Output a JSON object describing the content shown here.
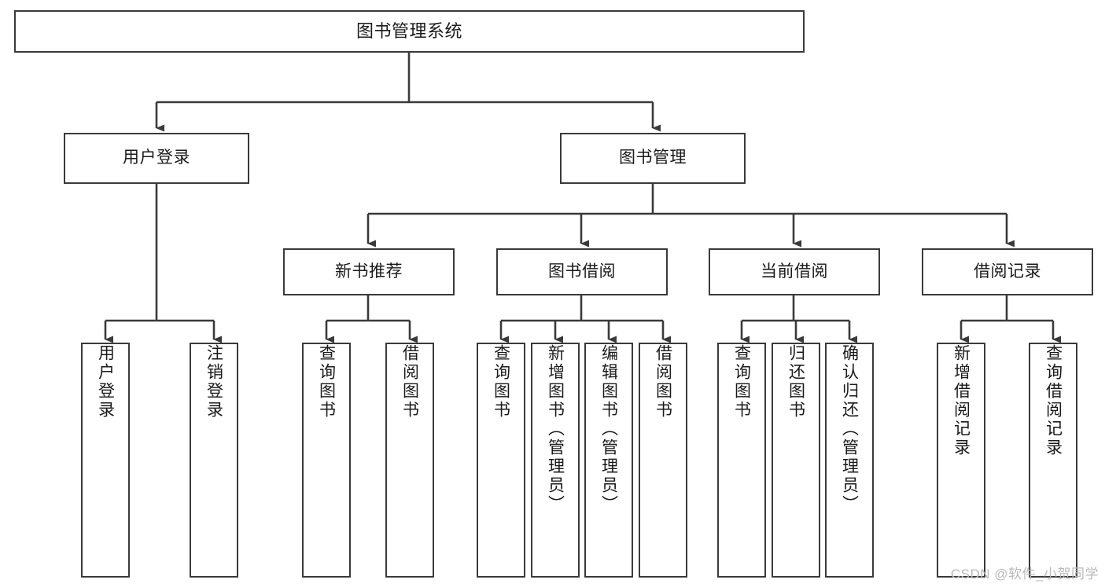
{
  "diagram": {
    "type": "tree-hierarchy",
    "title": "图书管理系统",
    "watermark": "CSDN @软件_小贺同学",
    "colors": {
      "background": "#ffffff",
      "box_border": "#3a3a3a",
      "connector": "#3a3a3a",
      "text": "#1a1a1a",
      "watermark": "#b9b9b9"
    },
    "levels": {
      "root": {
        "label": "图书管理系统"
      },
      "level2": [
        {
          "id": "user-login",
          "label": "用户登录"
        },
        {
          "id": "book-management",
          "label": "图书管理"
        }
      ],
      "level3": [
        {
          "id": "new-book-recommend",
          "label": "新书推荐"
        },
        {
          "id": "book-borrow",
          "label": "图书借阅"
        },
        {
          "id": "current-borrow",
          "label": "当前借阅"
        },
        {
          "id": "borrow-record",
          "label": "借阅记录"
        }
      ],
      "leaves": {
        "user_login": [
          {
            "id": "leaf-user-login",
            "label": "用户登录"
          },
          {
            "id": "leaf-logout-login",
            "label": "注销登录"
          }
        ],
        "new_book_recommend": [
          {
            "id": "leaf-query-book-1",
            "label": "查询图书"
          },
          {
            "id": "leaf-borrow-book-1",
            "label": "借阅图书"
          }
        ],
        "book_borrow": [
          {
            "id": "leaf-query-book-2",
            "label": "查询图书"
          },
          {
            "id": "leaf-add-book",
            "label": "新增图书（管理员）"
          },
          {
            "id": "leaf-edit-book",
            "label": "编辑图书（管理员）"
          },
          {
            "id": "leaf-borrow-book-2",
            "label": "借阅图书"
          }
        ],
        "current_borrow": [
          {
            "id": "leaf-query-book-3",
            "label": "查询图书"
          },
          {
            "id": "leaf-return-book",
            "label": "归还图书"
          },
          {
            "id": "leaf-confirm-return",
            "label": "确认归还（管理员）"
          }
        ],
        "borrow_record": [
          {
            "id": "leaf-add-record",
            "label": "新增借阅记录"
          },
          {
            "id": "leaf-query-record",
            "label": "查询借阅记录"
          }
        ]
      }
    }
  }
}
